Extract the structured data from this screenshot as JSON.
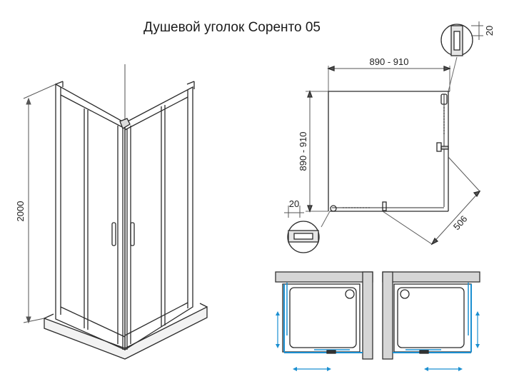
{
  "title": "Душевой уголок Соренто 05",
  "dimensions": {
    "height": "2000",
    "width_top": "890 - 910",
    "depth_side": "890 - 910",
    "diagonal": "506",
    "profile_top": "20",
    "profile_left": "20"
  },
  "colors": {
    "line": "#2b2b2b",
    "wall": "#dcdcdc",
    "accent": "#1b8fd1"
  }
}
